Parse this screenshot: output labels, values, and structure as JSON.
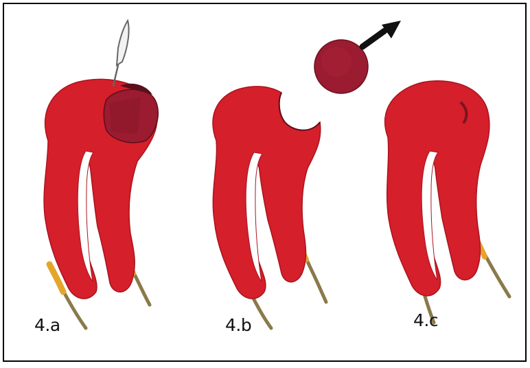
{
  "panels": [
    {
      "id": "a",
      "label": "4.a"
    },
    {
      "id": "b",
      "label": "4.b"
    },
    {
      "id": "c",
      "label": "4.c"
    }
  ],
  "colors": {
    "tissue": "#d51f2a",
    "tissue_edge": "#a8141e",
    "excised_piece": "#9b1b30",
    "lesion_dark": "#5a0f1c",
    "root_tip": "#e4a62a",
    "root": "#8a7a4a",
    "arrow": "#111111",
    "frame": "#000000"
  },
  "icons": [
    "scalpel-icon",
    "arrow-icon"
  ]
}
